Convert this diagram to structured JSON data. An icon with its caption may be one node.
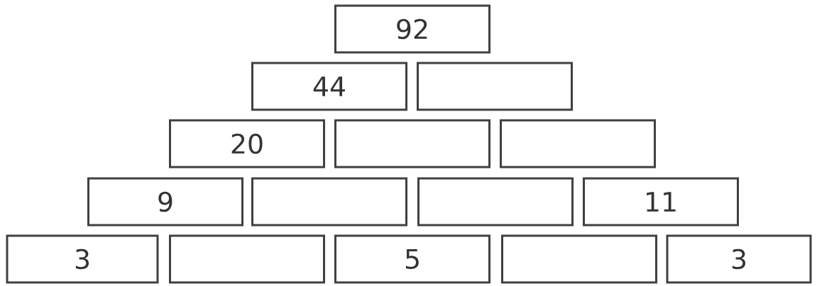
{
  "diagram": {
    "nodes": [
      {
        "text": [
          "92"
        ]
      },
      {
        "text": [
          "44"
        ]
      },
      {
        "text": [],
        "shape": "box"
      },
      {
        "text": [
          "20"
        ]
      },
      {
        "text": [],
        "shape": "box"
      },
      {
        "text": [],
        "shape": "box"
      },
      {
        "text": [
          "9"
        ]
      },
      {
        "text": [],
        "shape": "box"
      },
      {
        "text": [],
        "shape": "box"
      },
      {
        "text": [
          "11"
        ]
      },
      {
        "text": [
          "3"
        ]
      },
      {
        "text": [],
        "shape": "box"
      },
      {
        "text": [
          "5"
        ]
      },
      {
        "text": [],
        "shape": "box"
      },
      {
        "text": [
          "3"
        ]
      }
    ]
  }
}
